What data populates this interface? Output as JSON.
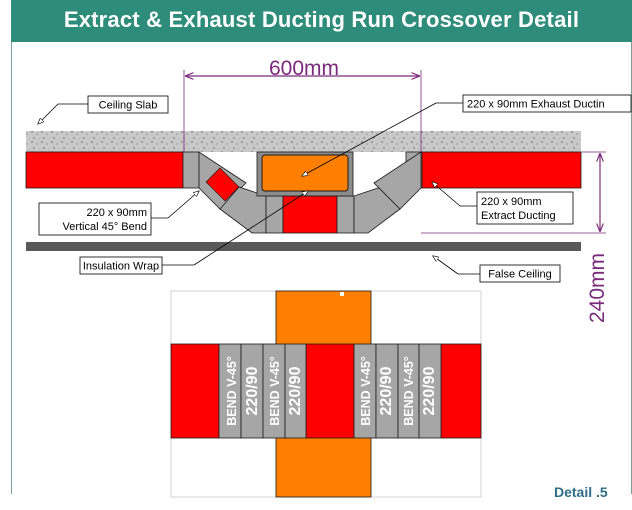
{
  "title": "Extract & Exhaust Ducting Run Crossover Detail",
  "dimensions": {
    "width_label": "600mm",
    "height_label": "240mm"
  },
  "callouts": {
    "ceiling_slab": "Ceiling Slab",
    "exhaust_ducting": "220 x 90mm Exhaust Ductin",
    "vertical_bend_line1": "220 x 90mm",
    "vertical_bend_line2": "Vertical 45° Bend",
    "extract_ducting_line1": "220 x 90mm",
    "extract_ducting_line2": "Extract Ducting",
    "insulation_wrap": "Insulation Wrap",
    "false_ceiling": "False Ceiling"
  },
  "plan_bends": [
    {
      "line1": "BEND V-45°",
      "line2": "220/90"
    },
    {
      "line1": "BEND V-45°",
      "line2": "220/90"
    },
    {
      "line1": "BEND V-45°",
      "line2": "220/90"
    },
    {
      "line1": "BEND V-45°",
      "line2": "220/90"
    }
  ],
  "detail_label": "Detail .5",
  "colors": {
    "title_bar": "#2e8c7a",
    "extract_duct": "#ff0000",
    "exhaust_duct": "#ff8000",
    "bend_grey": "#a6a6a6",
    "dimension_line": "#7a2a7a",
    "false_ceiling": "#595959",
    "detail_label": "#2f6e86"
  }
}
